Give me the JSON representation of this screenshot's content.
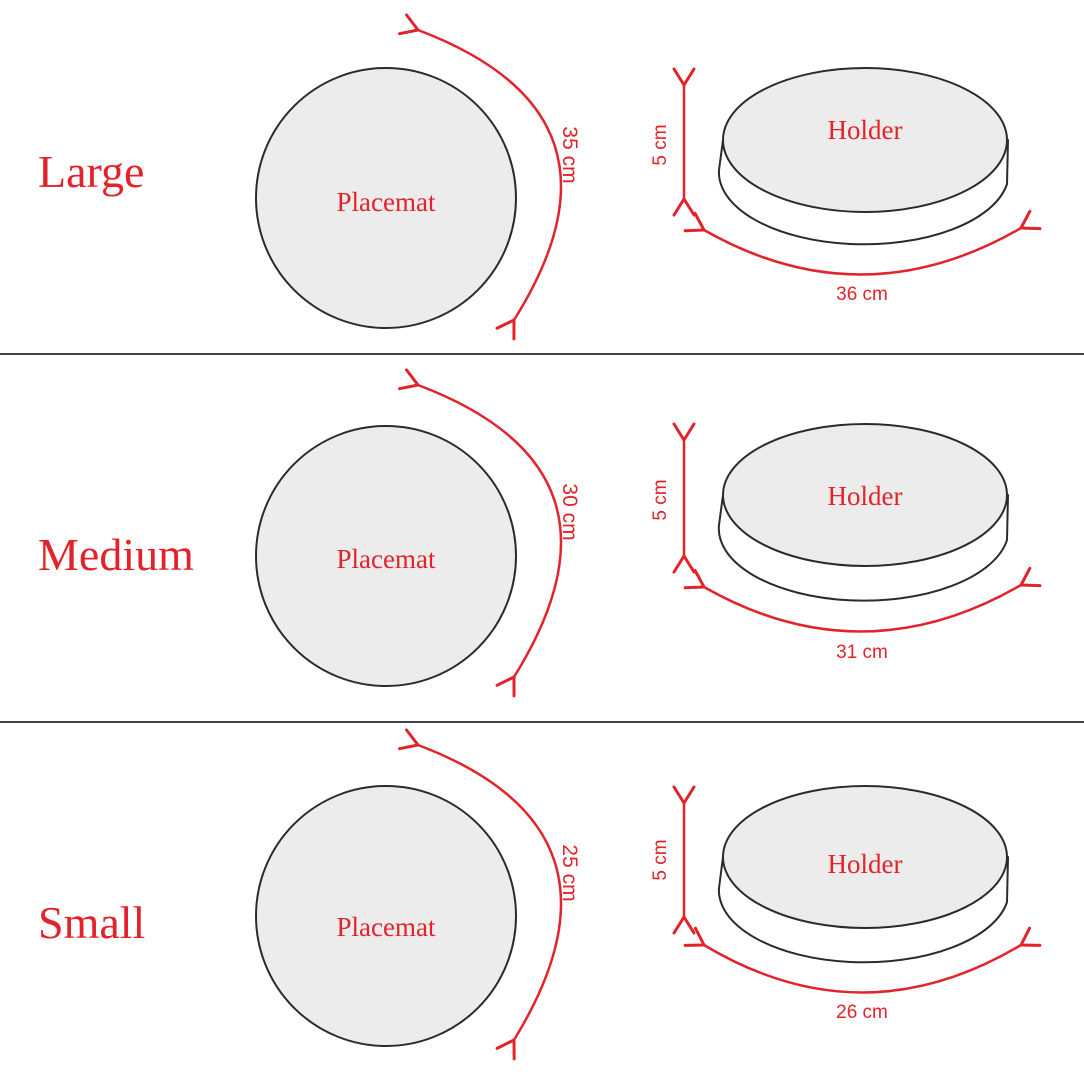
{
  "colors": {
    "accent": "#e3232a",
    "outline": "#2b2b2b",
    "fill": "#ececec",
    "divider": "#444444",
    "background": "#ffffff"
  },
  "sections": [
    {
      "size_label": "Large",
      "placemat_label": "Placemat",
      "placemat_diameter": "35 cm",
      "holder_label": "Holder",
      "holder_height": "5 cm",
      "holder_width": "36 cm"
    },
    {
      "size_label": "Medium",
      "placemat_label": "Placemat",
      "placemat_diameter": "30 cm",
      "holder_label": "Holder",
      "holder_height": "5 cm",
      "holder_width": "31 cm"
    },
    {
      "size_label": "Small",
      "placemat_label": "Placemat",
      "placemat_diameter": "25 cm",
      "holder_label": "Holder",
      "holder_height": "5 cm",
      "holder_width": "26 cm"
    }
  ]
}
